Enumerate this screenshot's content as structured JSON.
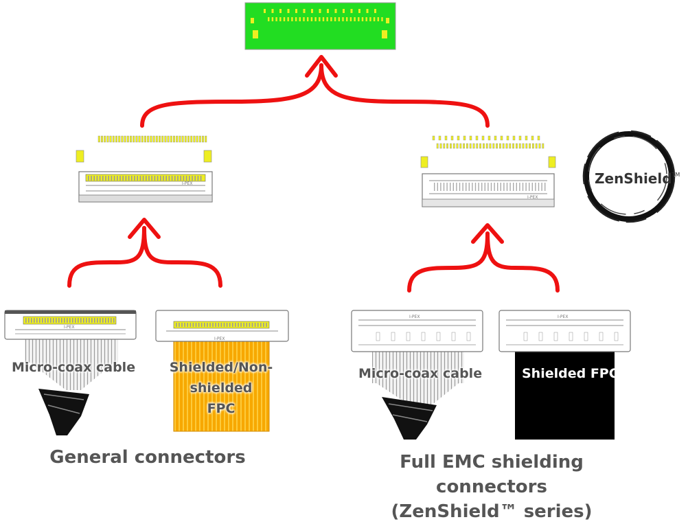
{
  "colors": {
    "arrow": "#ee1111",
    "pcb_green": "#22dd22",
    "pad_yellow": "#eeee22",
    "fpc_orange": "#f7a800",
    "shield_black": "#000000",
    "label_gray": "#555555"
  },
  "logo": {
    "name": "ZenShield",
    "tm": "TM",
    "icon": "ink-circle-icon"
  },
  "labels": {
    "general_micro_coax": "Micro-coax cable",
    "general_fpc_line1": "Shielded/Non-shielded",
    "general_fpc_line2": "FPC",
    "emc_micro_coax": "Micro-coax cable",
    "emc_fpc": "Shielded FPC"
  },
  "groups": {
    "general": "General connectors",
    "emc_line1": "Full EMC shielding connectors",
    "emc_line2": "(ZenShield™ series)"
  },
  "connector_marking": "I-PEX"
}
